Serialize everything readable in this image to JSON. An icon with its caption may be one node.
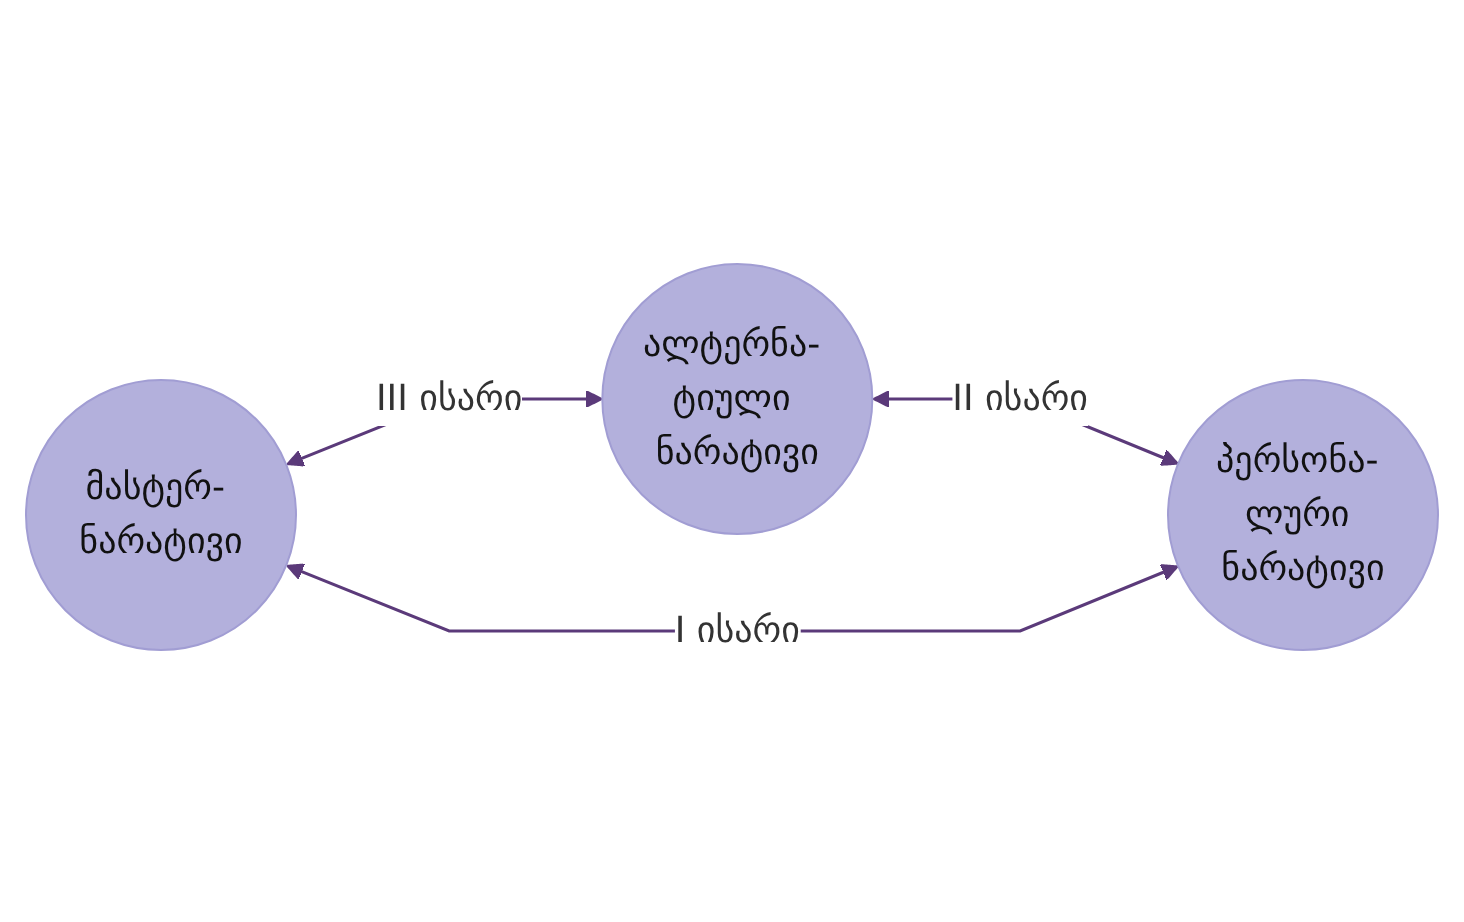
{
  "diagram": {
    "nodes": [
      {
        "text": [
          "მასტერ- ნარატივი"
        ]
      },
      {
        "text": [
          "ალტერნა- ტიული ნარატივი"
        ]
      },
      {
        "text": [
          "პერსონა- ლური ნარატივი"
        ]
      }
    ],
    "edges": [
      {
        "from": 0,
        "to": 1,
        "arrow": "both",
        "label": "III ისარი"
      },
      {
        "from": 1,
        "to": 2,
        "arrow": "both",
        "label": "II ისარი"
      },
      {
        "from": 0,
        "to": 2,
        "arrow": "both",
        "label": "I ისარი"
      }
    ]
  }
}
